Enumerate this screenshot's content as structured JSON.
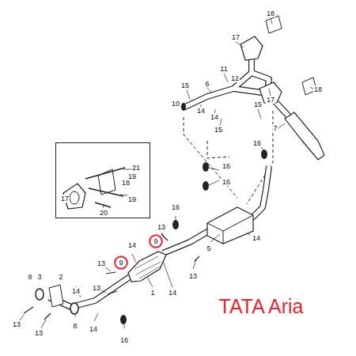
{
  "diagram": {
    "nodes": [
      {
        "text": [
          "21",
          "19",
          "18",
          "19",
          "20",
          "17"
        ]
      },
      {
        "text": [
          "9"
        ]
      },
      {
        "text": [
          "9"
        ]
      }
    ],
    "edges": [],
    "labels": [
      "18",
      "17",
      "11",
      "12",
      "6",
      "15",
      "17",
      "18",
      "10",
      "15",
      "14",
      "14",
      "15",
      "16",
      "7",
      "16",
      "16",
      "16",
      "13",
      "14",
      "5",
      "14",
      "13",
      "13",
      "1",
      "14",
      "8",
      "3",
      "2",
      "14",
      "13",
      "8",
      "14",
      "13",
      "13",
      "16",
      "TATA Aria"
    ]
  }
}
